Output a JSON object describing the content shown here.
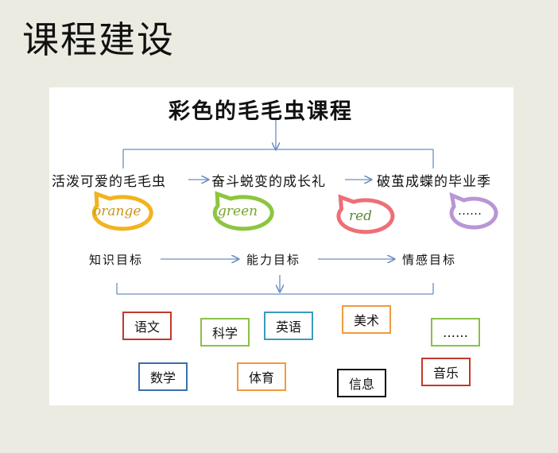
{
  "slide": {
    "title": "课程建设"
  },
  "diagram": {
    "title": "彩色的毛毛虫课程",
    "stages": [
      {
        "label": "活泼可爱的毛毛虫"
      },
      {
        "label": "奋斗蜕变的成长礼"
      },
      {
        "label": "破茧成蝶的毕业季"
      }
    ],
    "bubbles": [
      {
        "label": "orange",
        "color": "#f2b31e",
        "text_color": "#c9961a"
      },
      {
        "label": "green",
        "color": "#8cc63f",
        "text_color": "#7aa531"
      },
      {
        "label": "red",
        "color": "#ee6f77",
        "text_color": "#5a8a3a"
      },
      {
        "label": "……",
        "color": "#b996d6",
        "text_color": "#222222"
      }
    ],
    "goals": [
      {
        "label": "知识目标"
      },
      {
        "label": "能力目标"
      },
      {
        "label": "情感目标"
      }
    ],
    "subjects": [
      {
        "label": "语文",
        "color": "#c0392b"
      },
      {
        "label": "科学",
        "color": "#8cbf4a"
      },
      {
        "label": "英语",
        "color": "#3a9bc0"
      },
      {
        "label": "美术",
        "color": "#f09a3e"
      },
      {
        "label": "……",
        "color": "#8cbf4a"
      },
      {
        "label": "数学",
        "color": "#3a6fb0"
      },
      {
        "label": "体育",
        "color": "#f09a3e"
      },
      {
        "label": "信息",
        "color": "#111111"
      },
      {
        "label": "音乐",
        "color": "#c0392b"
      }
    ],
    "line_color": "#6a8fc0"
  }
}
